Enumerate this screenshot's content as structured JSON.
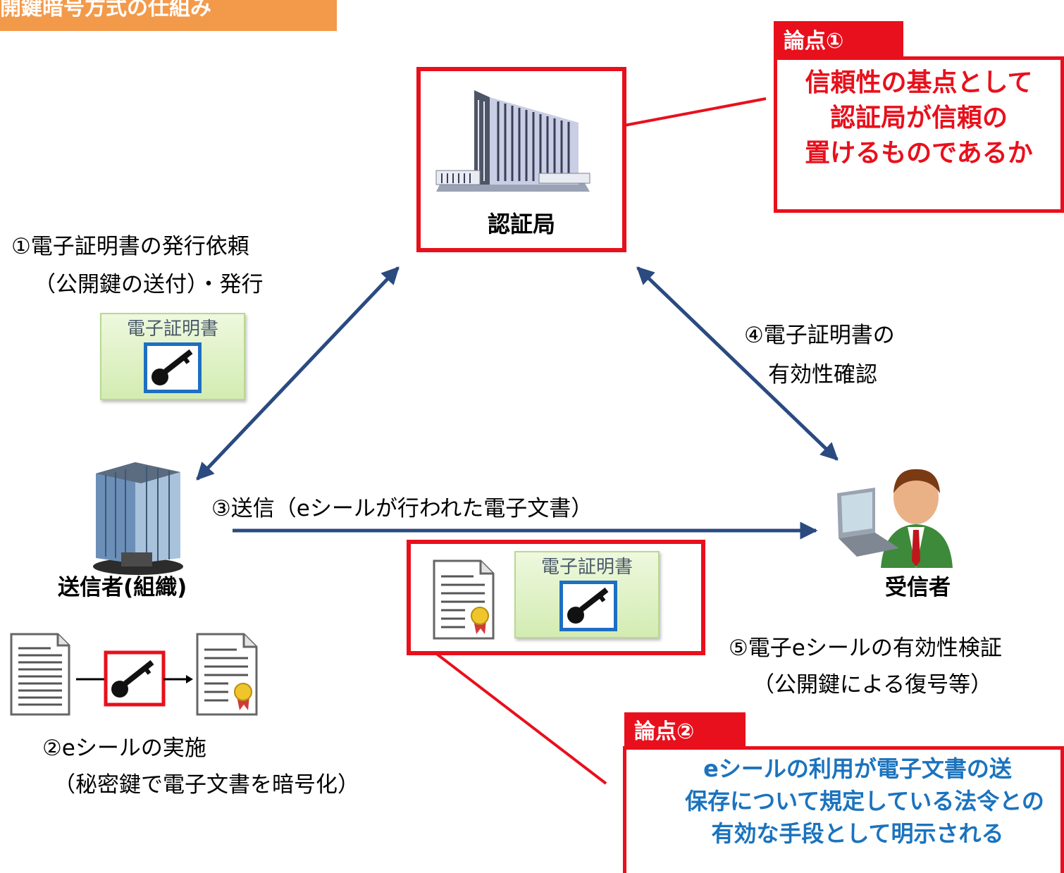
{
  "banner": {
    "title": "開鍵暗号方式の仕組み"
  },
  "nodes": {
    "ca": {
      "label": "認証局"
    },
    "sender": {
      "label": "送信者(組織)"
    },
    "receiver": {
      "label": "受信者"
    }
  },
  "steps": {
    "step1": {
      "line1": "①電子証明書の発行依頼",
      "line2": "（公開鍵の送付）・発行"
    },
    "step2": {
      "line1": "②eシールの実施",
      "line2": "（秘密鍵で電子文書を暗号化）"
    },
    "step3": {
      "label": "③送信（eシールが行われた電子文書）"
    },
    "step4": {
      "line1": "④電子証明書の",
      "line2": "有効性確認"
    },
    "step5": {
      "line1": "⑤電子eシールの有効性検証",
      "line2": "（公開鍵による復号等）"
    }
  },
  "certificate": {
    "label": "電子証明書"
  },
  "issue1": {
    "tag": "論点①",
    "line1": "信頼性の基点として",
    "line2": "認証局が信頼の",
    "line3": "置けるものであるか"
  },
  "issue2": {
    "tag": "論点②",
    "line1": "eシールの利用が電子文書の送",
    "line2": "保存について規定している法令との",
    "line3": "有効な手段として明示される"
  },
  "colors": {
    "banner": "#f39a4a",
    "highlight_red": "#e8101c",
    "arrow_blue": "#2a4a80",
    "issue2_text": "#1b73be",
    "cert_green": "#d3ecb2",
    "key_frame": "#1e6fc1"
  },
  "icons": [
    "building-icon",
    "office-building-icon",
    "person-laptop-icon",
    "document-icon",
    "sealed-document-icon",
    "key-icon"
  ]
}
